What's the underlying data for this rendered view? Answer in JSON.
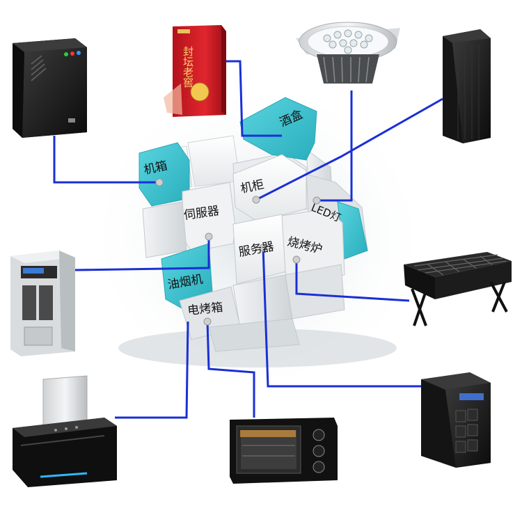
{
  "cube_labels": {
    "jixiang": "机箱",
    "jiuhe": "酒盒",
    "jigui": "机柜",
    "sifuqi": "伺服器",
    "led": "LED灯",
    "fuwuqi": "服务器",
    "kaolu": "烧烤炉",
    "youyanji": "油烟机",
    "diankaoxiang": "电烤箱"
  },
  "product_text": {
    "wine_brand": "封坛老窖"
  },
  "colors": {
    "connector": "#1a2fd6",
    "cube_cyan": "#3fc6d3",
    "cube_white": "#f3f5f6",
    "dot": "#cfcfcf"
  }
}
